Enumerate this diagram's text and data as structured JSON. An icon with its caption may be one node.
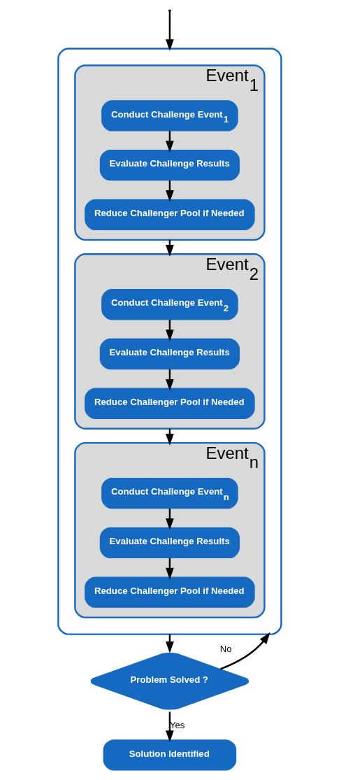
{
  "diagram": {
    "nodes": [
      {
        "text": [],
        "shape": "box"
      },
      {
        "text": [
          "Event$_{1}$"
        ],
        "in": 0
      },
      {
        "text": [
          "Conduct Challenge Event$_{1}$"
        ],
        "in": 1
      },
      {
        "text": [
          "Evaluate Challenge Results"
        ],
        "in": 1
      },
      {
        "text": [
          "Reduce Challenger Pool if Needed"
        ],
        "in": 1
      },
      {
        "text": [
          "Event$_{2}$"
        ],
        "in": 0
      },
      {
        "text": [
          "Conduct Challenge Event$_{2}$"
        ],
        "in": 5
      },
      {
        "text": [
          "Evaluate Challenge Results"
        ],
        "in": 5
      },
      {
        "text": [
          "Reduce Challenger Pool if Needed"
        ],
        "in": 5
      },
      {
        "text": [
          "Event$_{n}$"
        ],
        "in": 0
      },
      {
        "text": [
          "Conduct Challenge Event$_{n}$"
        ],
        "in": 9
      },
      {
        "text": [
          "Evaluate Challenge Results"
        ],
        "in": 9
      },
      {
        "text": [
          "Reduce Challenger Pool if Needed"
        ],
        "in": 9
      },
      {
        "text": [
          "Problem Solved ?"
        ]
      },
      {
        "text": [
          "Solution Identified"
        ]
      }
    ],
    "edges": [
      {
        "from": null,
        "to": 0,
        "arrow": "to"
      },
      {
        "from": 2,
        "to": 3,
        "arrow": "to"
      },
      {
        "from": 3,
        "to": 4,
        "arrow": "to"
      },
      {
        "from": 1,
        "to": 5,
        "arrow": "to"
      },
      {
        "from": 6,
        "to": 7,
        "arrow": "to"
      },
      {
        "from": 7,
        "to": 8,
        "arrow": "to"
      },
      {
        "from": 5,
        "to": 9,
        "arrow": "to"
      },
      {
        "from": 10,
        "to": 11,
        "arrow": "to"
      },
      {
        "from": 11,
        "to": 12,
        "arrow": "to"
      },
      {
        "from": 0,
        "to": 13,
        "arrow": "to"
      },
      {
        "from": 13,
        "to": 14,
        "label": "Yes",
        "arrow": "to"
      },
      {
        "from": 13,
        "to": 0,
        "label": "No",
        "arrow": "to"
      }
    ]
  }
}
